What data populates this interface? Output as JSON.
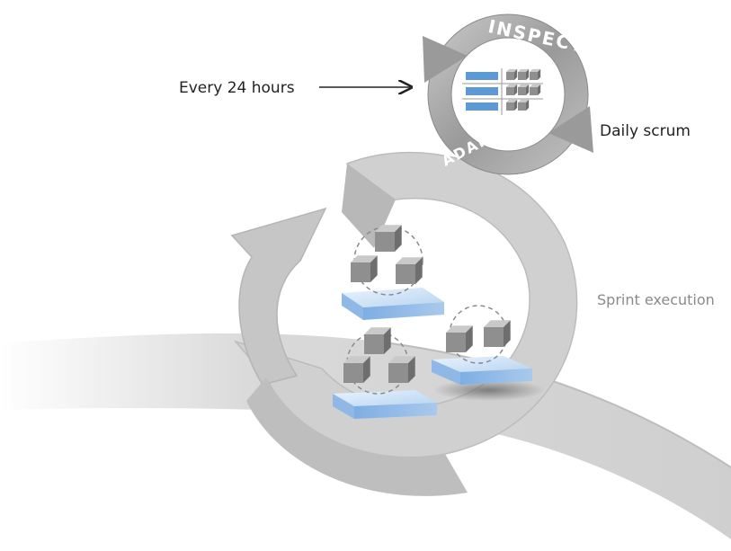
{
  "labels": {
    "every_24_hours": "Every 24 hours",
    "daily_scrum": "Daily scrum",
    "sprint_execution": "Sprint execution"
  },
  "ring": {
    "inspect": "INSPECT",
    "adapt": "ADAPT"
  },
  "colors": {
    "ribbon": "#d6d6d6",
    "cycle": "#cfcfcf",
    "ring": "#9a9a9a",
    "tray": "#a9c9ec",
    "cube": "#8f8f8f",
    "text": "#222222",
    "muted_text": "#8a8a8a"
  }
}
